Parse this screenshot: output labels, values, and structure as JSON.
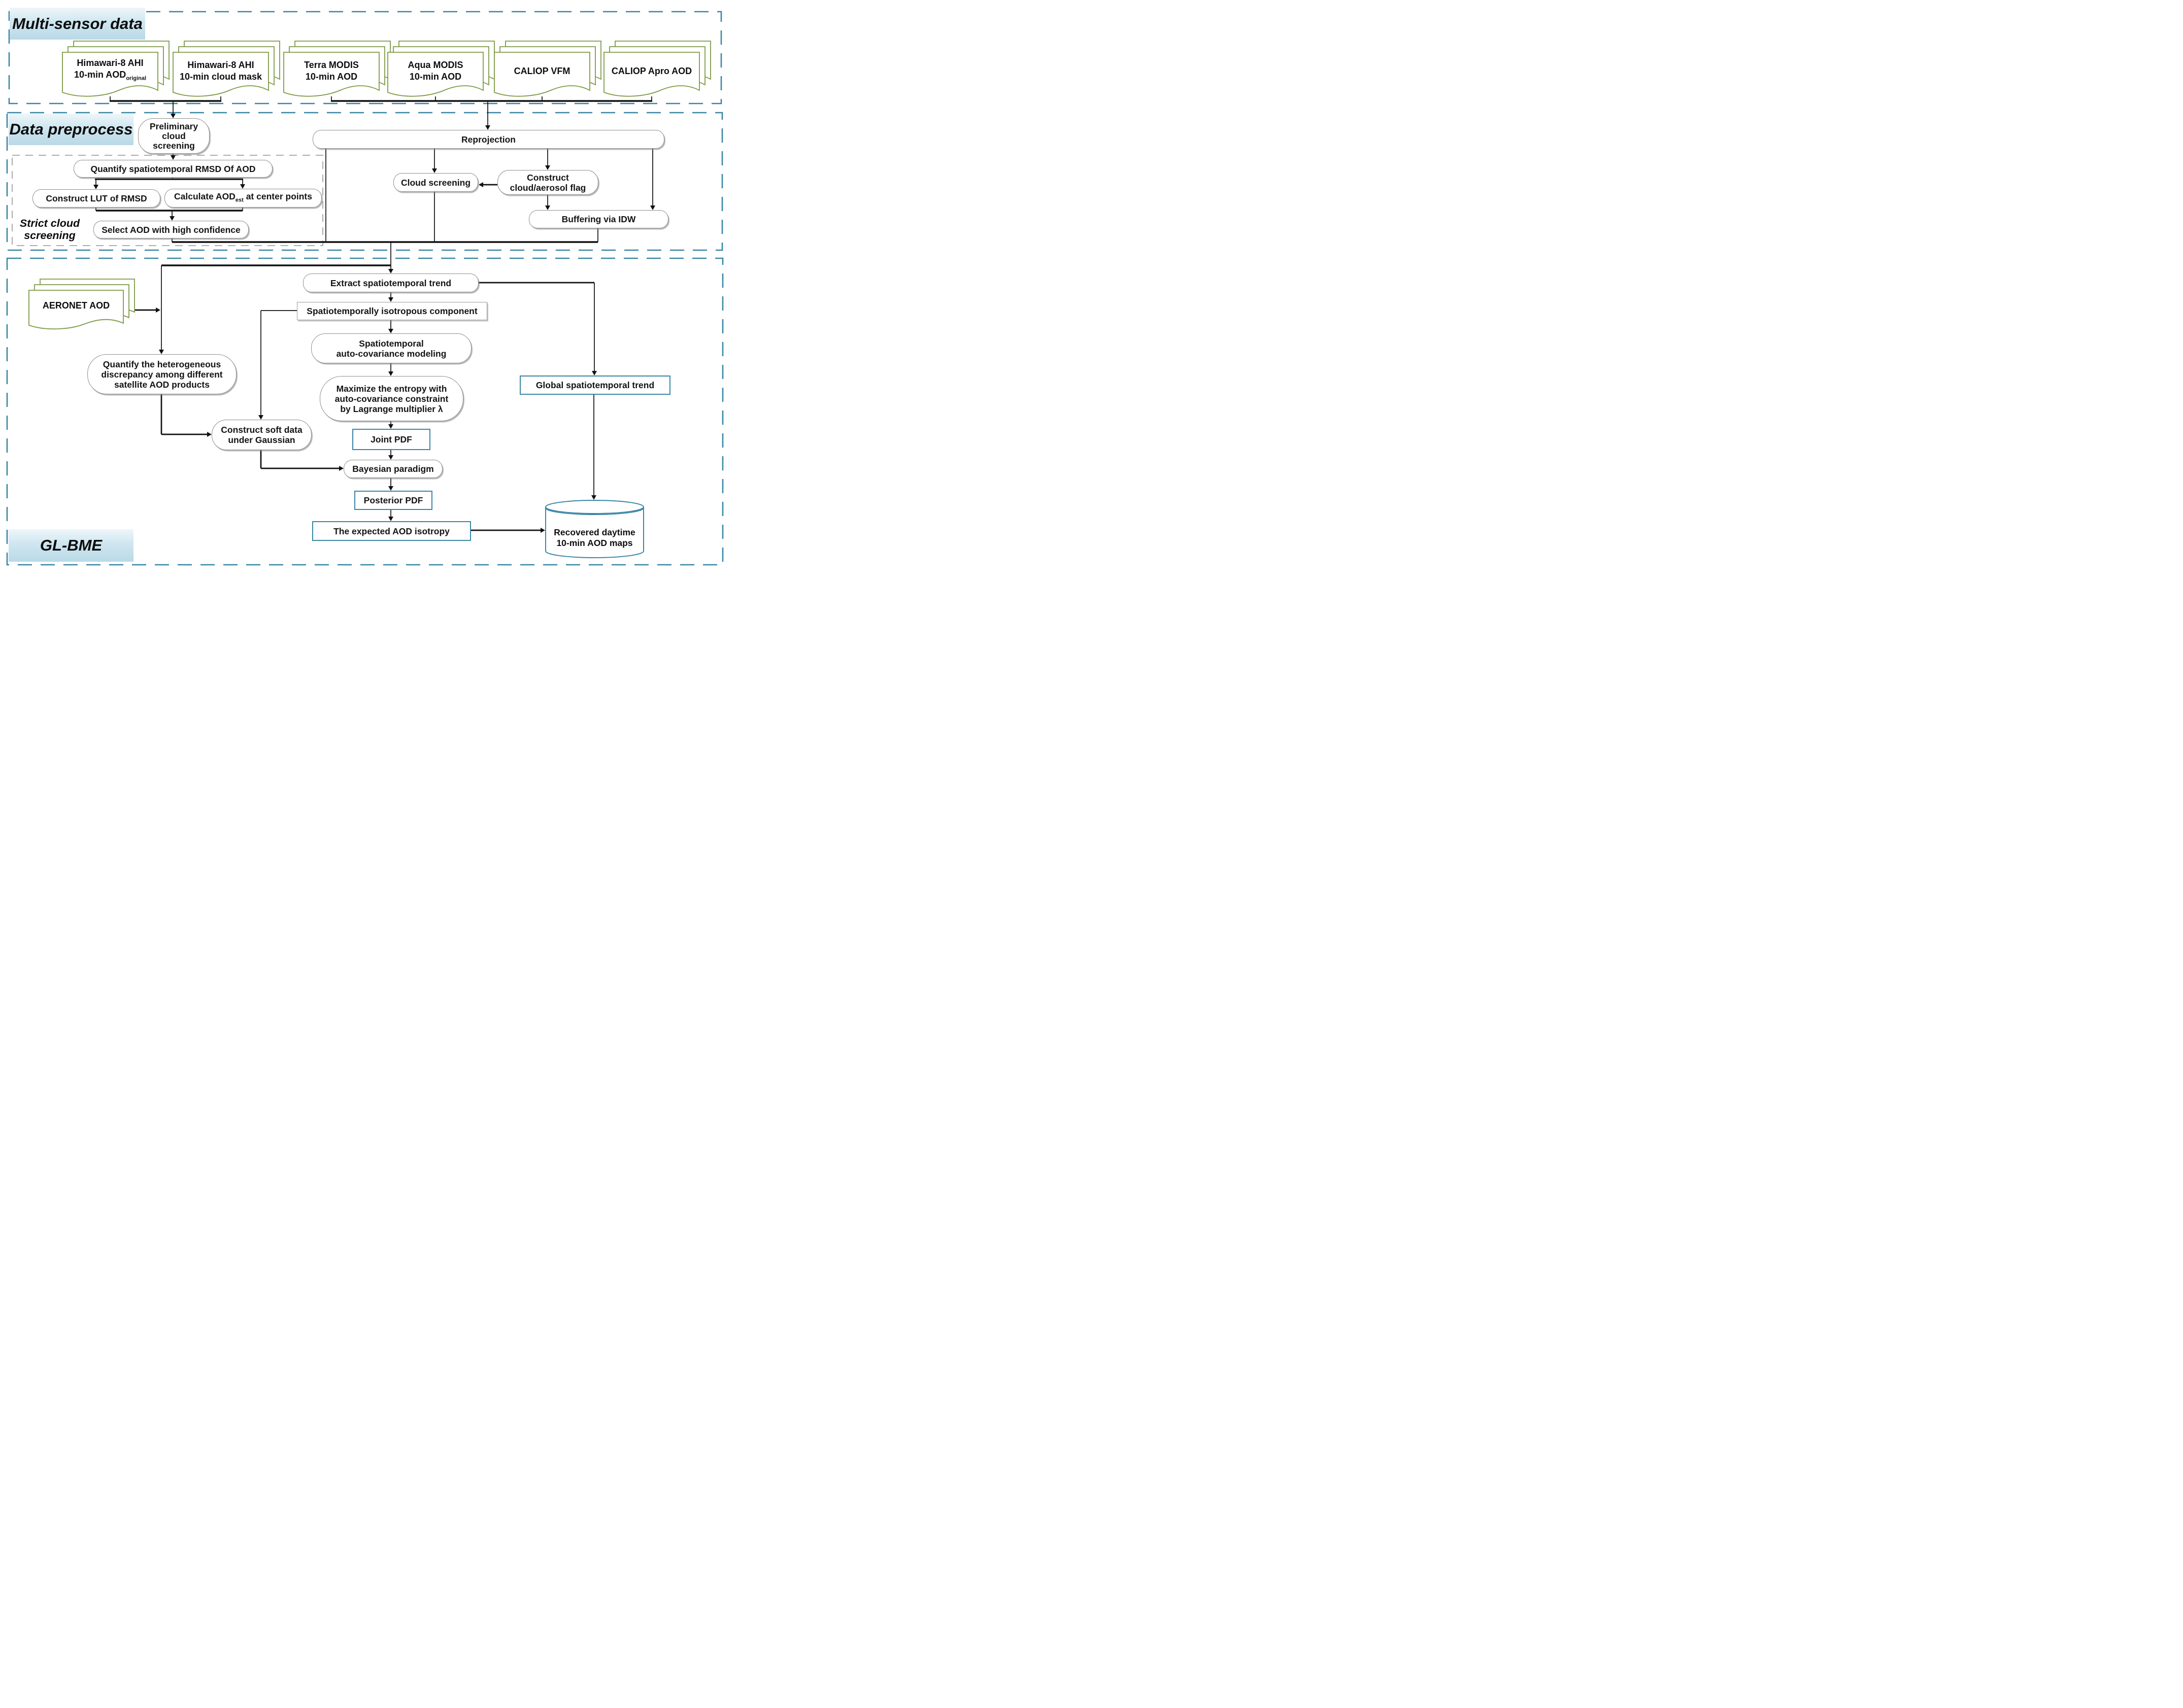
{
  "titles": {
    "multi_sensor": "Multi-sensor data",
    "preprocess": "Data preprocess",
    "glbme": "GL-BME",
    "strict_line1": "Strict cloud",
    "strict_line2": "screening"
  },
  "documents": {
    "himawari_aod": {
      "line1": "Himawari-8 AHI",
      "line2_main": "10-min AOD",
      "line2_sub": "original"
    },
    "himawari_mask": {
      "line1": "Himawari-8 AHI",
      "line2": "10-min cloud mask"
    },
    "terra": {
      "line1": "Terra MODIS",
      "line2": "10-min AOD"
    },
    "aqua": {
      "line1": "Aqua MODIS",
      "line2": "10-min AOD"
    },
    "caliop_vfm": {
      "line1": "CALIOP VFM"
    },
    "caliop_apro": {
      "line1": "CALIOP Apro AOD"
    },
    "aeronet": {
      "line1": "AERONET AOD"
    }
  },
  "nodes": {
    "preliminary": {
      "line1": "Preliminary",
      "line2": "cloud",
      "line3": "screening"
    },
    "quantify_rmsd": {
      "label": "Quantify spatiotemporal RMSD Of AOD"
    },
    "construct_lut": {
      "label": "Construct LUT of RMSD"
    },
    "calc_aod": {
      "pre": "Calculate AOD",
      "sub": "est",
      "post": " at center points"
    },
    "select_aod": {
      "label": "Select AOD with high confidence"
    },
    "reprojection": {
      "label": "Reprojection"
    },
    "cloud_screening": {
      "label": "Cloud screening"
    },
    "construct_flag": {
      "line1": "Construct",
      "line2": "cloud/aerosol flag"
    },
    "buffering": {
      "label": "Buffering via IDW"
    },
    "extract_trend": {
      "label": "Extract spatiotemporal trend"
    },
    "isotropous": {
      "label": "Spatiotemporally isotropous component"
    },
    "autocov": {
      "line1": "Spatiotemporal",
      "line2": "auto-covariance modeling"
    },
    "maximize": {
      "line1": "Maximize the entropy with",
      "line2": "auto-covariance constraint",
      "line3": "by Lagrange multiplier λ"
    },
    "quantify_het": {
      "line1": "Quantify the heterogeneous",
      "line2": "discrepancy among different",
      "line3": "satellite AOD products"
    },
    "construct_soft": {
      "line1": "Construct soft data",
      "line2": "under Gaussian"
    },
    "joint_pdf": {
      "label": "Joint PDF"
    },
    "bayesian": {
      "label": "Bayesian paradigm"
    },
    "posterior_pdf": {
      "label": "Posterior PDF"
    },
    "expected": {
      "label": "The expected AOD isotropy"
    },
    "global_trend": {
      "label": "Global spatiotemporal trend"
    },
    "recovered": {
      "line1": "Recovered daytime",
      "line2": "10-min AOD maps"
    }
  },
  "colors": {
    "section_border_teal": "#3a87a5",
    "document_green": "#7e9b45",
    "node_gray_border": "#8f8f8f",
    "arrow_black": "#111111",
    "label_gradient_blue": "#b9d9e6"
  }
}
